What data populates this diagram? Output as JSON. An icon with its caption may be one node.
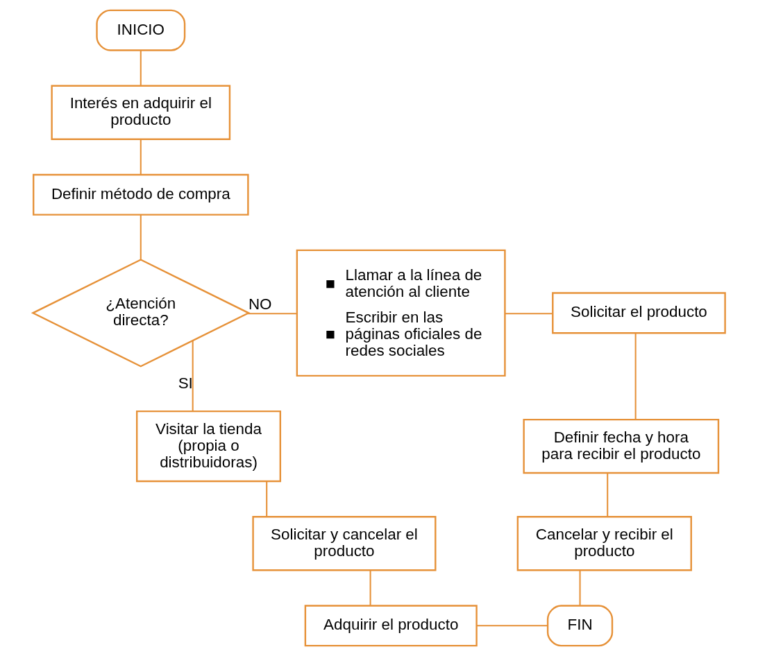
{
  "diagram": {
    "nodes": [
      {
        "text": [
          "INICIO"
        ]
      },
      {
        "text": [
          "Interés en adquirir el producto"
        ]
      },
      {
        "text": [
          "Definir método de compra"
        ]
      },
      {
        "text": [
          "¿Atención directa?"
        ]
      },
      {
        "text": [
          "Llamar a la línea de atención al cliente",
          "Escribir en las páginas oficiales de redes sociales"
        ]
      },
      {
        "text": [
          "Solicitar el producto"
        ]
      },
      {
        "text": [
          "Definir fecha y hora para recibir el producto"
        ]
      },
      {
        "text": [
          "Cancelar y recibir el producto"
        ]
      },
      {
        "text": [
          "Visitar la tienda (propia o distribuidoras)"
        ]
      },
      {
        "text": [
          "Solicitar y cancelar el producto"
        ]
      },
      {
        "text": [
          "Adquirir el producto"
        ]
      },
      {
        "text": [
          "FIN"
        ]
      }
    ],
    "edges": [
      {
        "from": 0,
        "to": 1,
        "arrow": "none"
      },
      {
        "from": 1,
        "to": 2,
        "arrow": "none"
      },
      {
        "from": 2,
        "to": 3,
        "arrow": "none"
      },
      {
        "from": 3,
        "to": 4,
        "arrow": "none",
        "label": "NO"
      },
      {
        "from": 4,
        "to": 5,
        "arrow": "none"
      },
      {
        "from": 5,
        "to": 6,
        "arrow": "none"
      },
      {
        "from": 6,
        "to": 7,
        "arrow": "none"
      },
      {
        "from": 7,
        "to": 11,
        "arrow": "none"
      },
      {
        "from": 3,
        "to": 8,
        "arrow": "none",
        "label": "SI"
      },
      {
        "from": 8,
        "to": 9,
        "arrow": "none"
      },
      {
        "from": 9,
        "to": 10,
        "arrow": "none"
      },
      {
        "from": 10,
        "to": 11,
        "arrow": "none"
      }
    ]
  }
}
